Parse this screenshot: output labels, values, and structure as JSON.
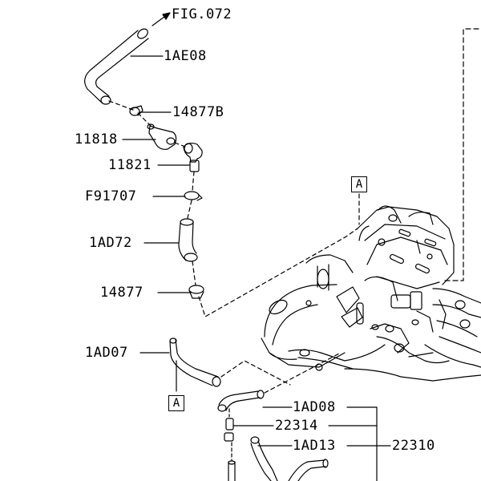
{
  "labels": {
    "fig_ref": "FIG.072",
    "p_1ae08": "1AE08",
    "p_14877b": "14877B",
    "p_11818": "11818",
    "p_11821": "11821",
    "p_f91707": "F91707",
    "p_1ad72": "1AD72",
    "p_14877": "14877",
    "p_1ad07": "1AD07",
    "p_1ad08": "1AD08",
    "p_22314": "22314",
    "p_1ad13": "1AD13",
    "p_22310": "22310"
  },
  "view_markers": {
    "upper": "A",
    "lower": "A"
  }
}
